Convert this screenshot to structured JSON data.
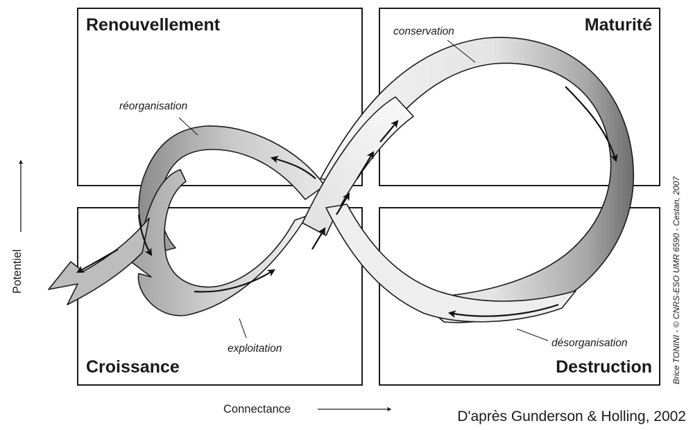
{
  "quadrants": {
    "top_left": "Renouvellement",
    "top_right": "Maturité",
    "bottom_left": "Croissance",
    "bottom_right": "Destruction"
  },
  "phases": {
    "conservation": "conservation",
    "reorganisation": "réorganisation",
    "exploitation": "exploitation",
    "desorganisation": "désorganisation"
  },
  "axes": {
    "y_label": "Potentiel",
    "x_label": "Connectance"
  },
  "source": "D'après Gunderson & Holling, 2002",
  "credit": "Brice TONINI - © CNRS-ESO UMR 6590 - Cestan, 2007",
  "colors": {
    "ribbon_light": "#f4f4f4",
    "ribbon_dark": "#8a8a8a",
    "outline": "#1a1a1a"
  }
}
